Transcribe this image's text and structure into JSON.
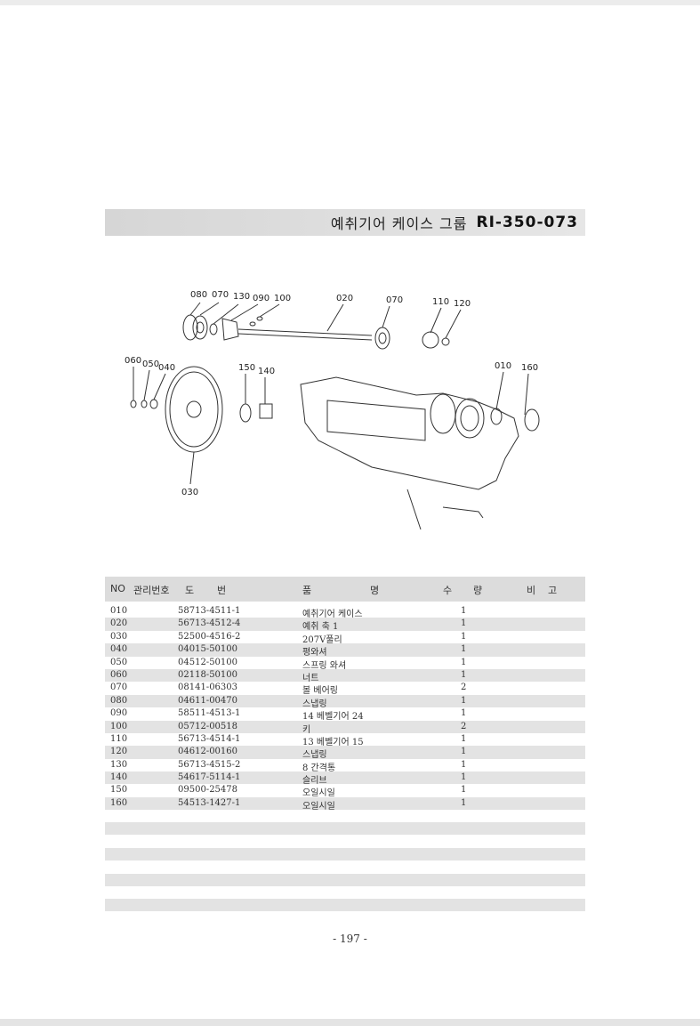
{
  "title": {
    "korean": "예취기어 케이스 그룹",
    "code": "RI-350-073"
  },
  "diagram": {
    "labels": [
      "080",
      "070",
      "130",
      "090",
      "100",
      "020",
      "070",
      "110",
      "120",
      "060",
      "050",
      "040",
      "150",
      "140",
      "010",
      "160",
      "030"
    ]
  },
  "table": {
    "headers": {
      "no": "NO",
      "mgmt": "관리번호",
      "dwg_1": "도",
      "dwg_2": "번",
      "name_1": "품",
      "name_2": "명",
      "qty_1": "수",
      "qty_2": "량",
      "note_1": "비",
      "note_2": "고"
    },
    "rows": [
      {
        "no": "010",
        "dwg": "58713-4511-1",
        "name": "예취기어 케이스",
        "qty": "1"
      },
      {
        "no": "020",
        "dwg": "56713-4512-4",
        "name": "예취 축 1",
        "qty": "1"
      },
      {
        "no": "030",
        "dwg": "52500-4516-2",
        "name": "207V풀리",
        "qty": "1"
      },
      {
        "no": "040",
        "dwg": "04015-50100",
        "name": "평와셔",
        "qty": "1"
      },
      {
        "no": "050",
        "dwg": "04512-50100",
        "name": "스프링 와셔",
        "qty": "1"
      },
      {
        "no": "060",
        "dwg": "02118-50100",
        "name": "너트",
        "qty": "1"
      },
      {
        "no": "070",
        "dwg": "08141-06303",
        "name": "볼 베어링",
        "qty": "2"
      },
      {
        "no": "080",
        "dwg": "04611-00470",
        "name": "스냅링",
        "qty": "1"
      },
      {
        "no": "090",
        "dwg": "58511-4513-1",
        "name": "14 베벨기어 24",
        "qty": "1"
      },
      {
        "no": "100",
        "dwg": "05712-00518",
        "name": "키",
        "qty": "2"
      },
      {
        "no": "110",
        "dwg": "56713-4514-1",
        "name": "13 베벨기어 15",
        "qty": "1"
      },
      {
        "no": "120",
        "dwg": "04612-00160",
        "name": "스냅링",
        "qty": "1"
      },
      {
        "no": "130",
        "dwg": "56713-4515-2",
        "name": "8 간격통",
        "qty": "1"
      },
      {
        "no": "140",
        "dwg": "54617-5114-1",
        "name": "슬리브",
        "qty": "1"
      },
      {
        "no": "150",
        "dwg": "09500-25478",
        "name": "오일시일",
        "qty": "1"
      },
      {
        "no": "160",
        "dwg": "54513-1427-1",
        "name": "오일시일",
        "qty": "1"
      }
    ]
  },
  "page_number": "- 197 -"
}
